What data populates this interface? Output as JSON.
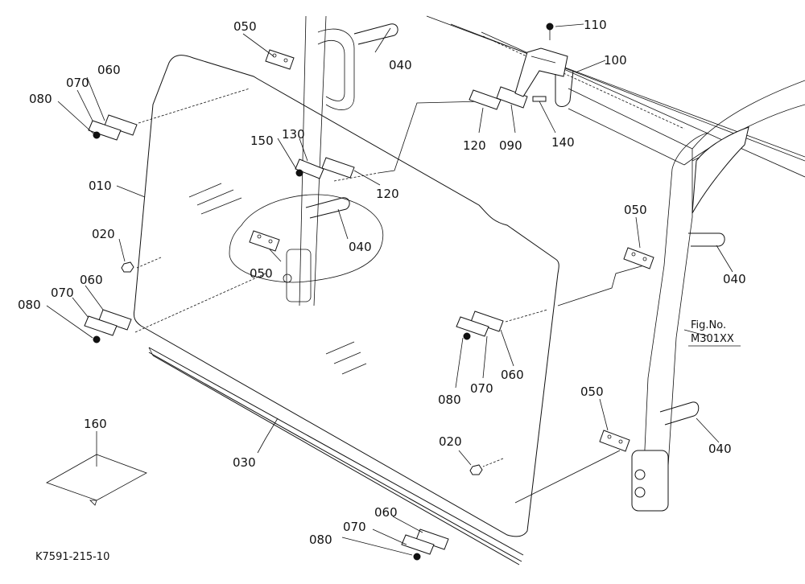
{
  "callouts": {
    "c010": "010",
    "c020a": "020",
    "c020b": "020",
    "c030": "030",
    "c040a": "040",
    "c040b": "040",
    "c040c": "040",
    "c040d": "040",
    "c050a": "050",
    "c050b": "050",
    "c050c": "050",
    "c050d": "050",
    "c060a": "060",
    "c060b": "060",
    "c060c": "060",
    "c060d": "060",
    "c070a": "070",
    "c070b": "070",
    "c070c": "070",
    "c070d": "070",
    "c080a": "080",
    "c080b": "080",
    "c080c": "080",
    "c080d": "080",
    "c090": "090",
    "c100": "100",
    "c110": "110",
    "c120a": "120",
    "c120b": "120",
    "c130": "130",
    "c140": "140",
    "c150": "150",
    "c160": "160"
  },
  "figure_ref": {
    "line1": "Fig.No.",
    "line2": "M301XX"
  },
  "drawing_code": "K7591-215-10"
}
